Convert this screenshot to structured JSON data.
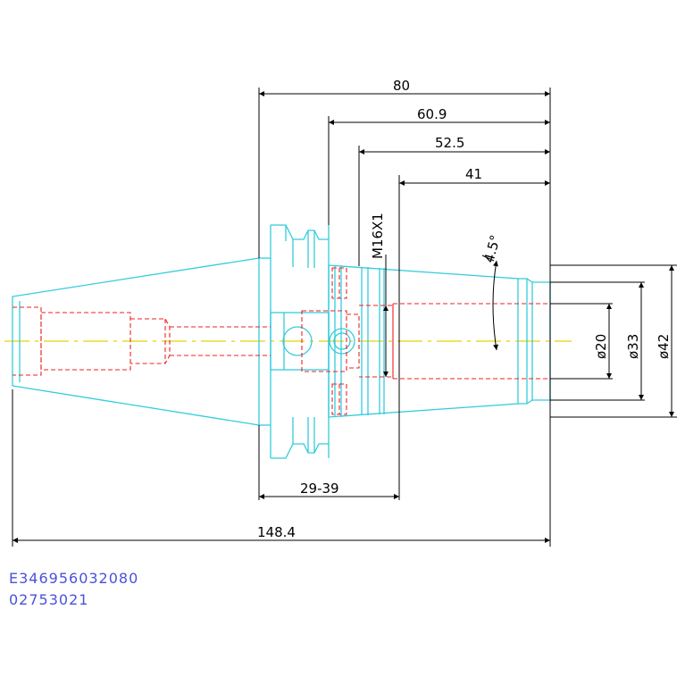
{
  "drawing": {
    "colors": {
      "part": "#33ccdd",
      "hidden": "#ee2222",
      "centerline": "#e6d400",
      "dimension": "#000000",
      "code_text": "#4a52d8"
    },
    "dimensions": {
      "len_80": "80",
      "len_60_9": "60.9",
      "len_52_5": "52.5",
      "len_41": "41",
      "len_148_4": "148.4",
      "len_29_39": "29-39",
      "thread": "M16X1",
      "angle": "4.5°",
      "dia_20": "ø20",
      "dia_33": "ø33",
      "dia_42": "ø42"
    },
    "codes": {
      "line1": "E346956032080",
      "line2": "02753021"
    }
  }
}
